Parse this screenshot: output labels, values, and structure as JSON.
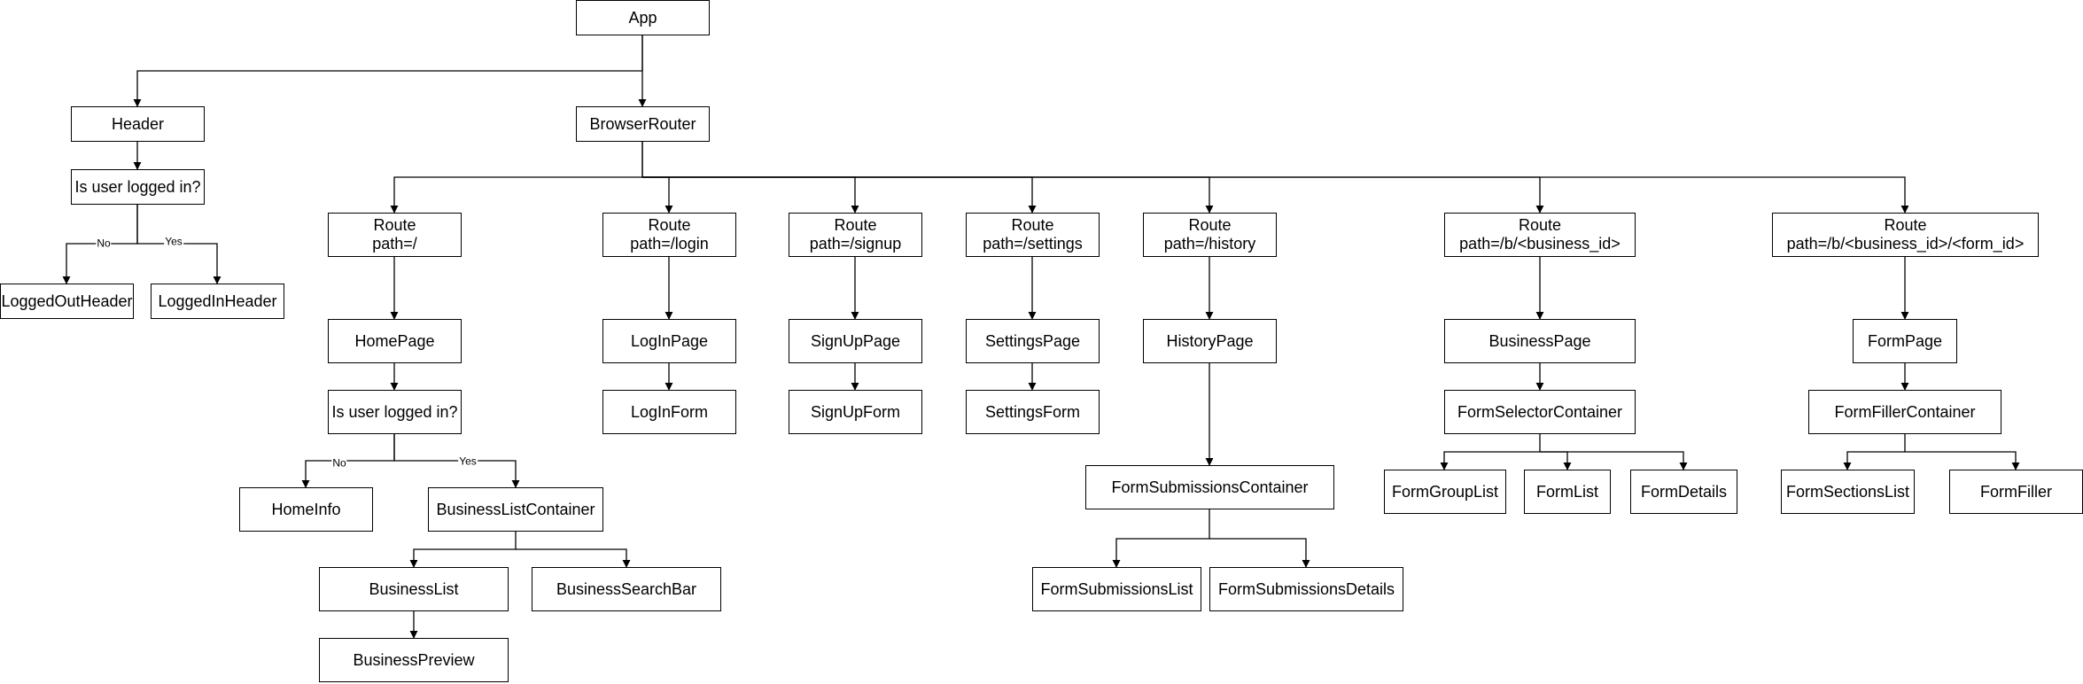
{
  "diagram": {
    "nodes": {
      "app": "App",
      "header": "Header",
      "header_check": "Is user logged in?",
      "logged_out_header": "LoggedOutHeader",
      "logged_in_header": "LoggedInHeader",
      "browser_router": "BrowserRouter",
      "route_home": [
        "Route",
        "path=/"
      ],
      "route_login": [
        "Route",
        "path=/login"
      ],
      "route_signup": [
        "Route",
        "path=/signup"
      ],
      "route_settings": [
        "Route",
        "path=/settings"
      ],
      "route_history": [
        "Route",
        "path=/history"
      ],
      "route_business": [
        "Route",
        "path=/b/<business_id>"
      ],
      "route_form": [
        "Route",
        "path=/b/<business_id>/<form_id>"
      ],
      "home_page": "HomePage",
      "home_check": "Is user logged in?",
      "home_info": "HomeInfo",
      "business_list_container": "BusinessListContainer",
      "business_list": "BusinessList",
      "business_search_bar": "BusinessSearchBar",
      "business_preview": "BusinessPreview",
      "login_page": "LogInPage",
      "login_form": "LogInForm",
      "signup_page": "SignUpPage",
      "signup_form": "SignUpForm",
      "settings_page": "SettingsPage",
      "settings_form": "SettingsForm",
      "history_page": "HistoryPage",
      "form_submissions_container": "FormSubmissionsContainer",
      "form_submissions_list": "FormSubmissionsList",
      "form_submissions_details": "FormSubmissionsDetails",
      "business_page": "BusinessPage",
      "form_selector_container": "FormSelectorContainer",
      "form_group_list": "FormGroupList",
      "form_list": "FormList",
      "form_details": "FormDetails",
      "form_page": "FormPage",
      "form_filler_container": "FormFillerContainer",
      "form_sections_list": "FormSectionsList",
      "form_filler": "FormFiller"
    },
    "edge_labels": {
      "no": "No",
      "yes": "Yes"
    },
    "colors": {
      "stroke": "#000000",
      "background": "#ffffff"
    }
  }
}
